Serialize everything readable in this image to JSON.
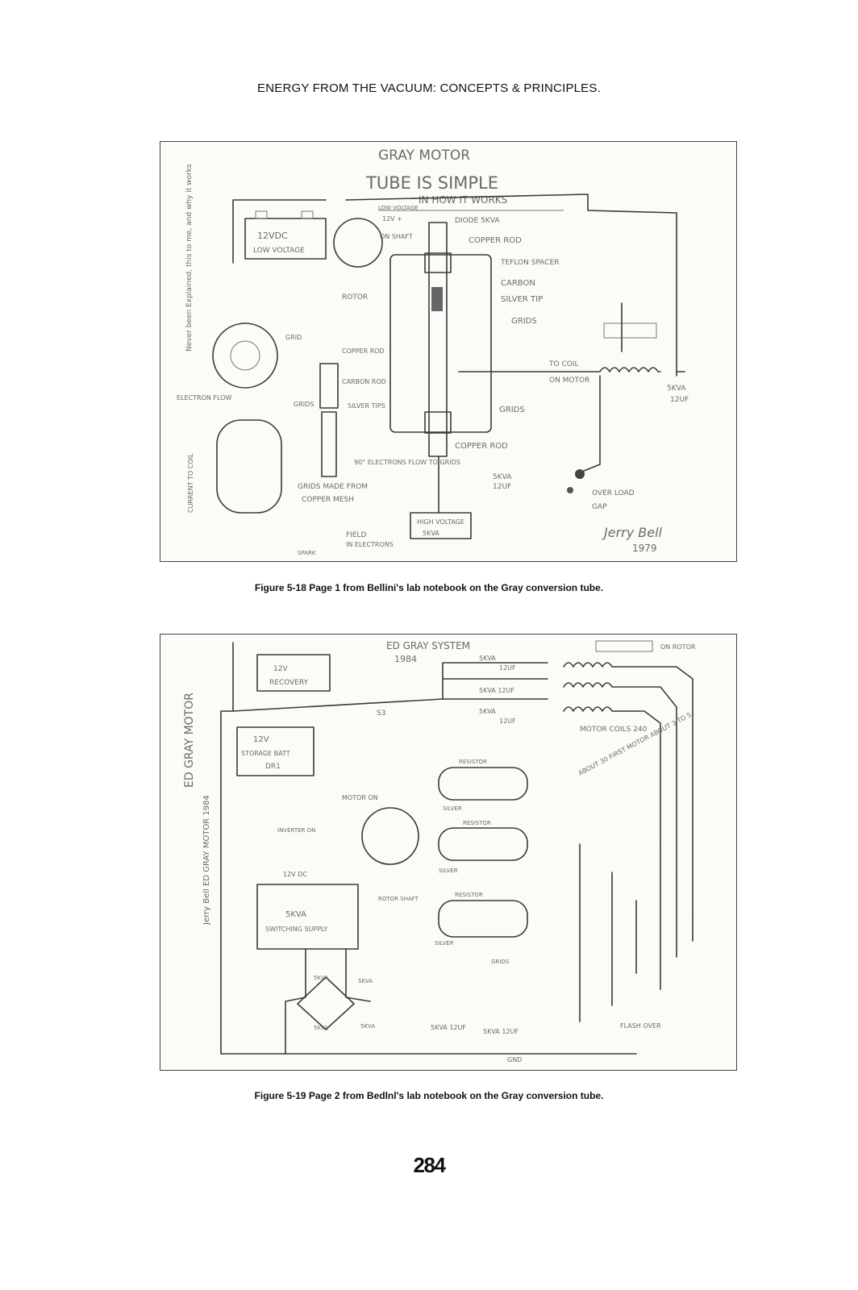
{
  "header": {
    "running_title": "ENERGY FROM THE  VACUUM: CONCEPTS & PRINCIPLES."
  },
  "figures": [
    {
      "caption": "Figure 5-18   Page 1 from Bellini's lab notebook on the Gray conversion tube.",
      "labels": {
        "title1": "GRAY MOTOR",
        "title2": "TUBE IS SIMPLE",
        "title3": "IN HOW IT WORKS",
        "low_voltage": "LOW VOLTAGE",
        "v12": "12V +",
        "diode": "DIODE 5KVA",
        "copper_rod": "COPPER ROD",
        "teflon": "TEFLON SPACER",
        "carbon": "CARBON",
        "silver_tip": "SILVER TIP",
        "grids": "GRIDS",
        "battery": "12VDC",
        "battery_sub": "LOW VOLTAGE",
        "on_shaft": "ON SHAFT",
        "rotor": "ROTOR",
        "grid": "GRID",
        "copper_rod2": "COPPER ROD",
        "carbon_rod": "CARBON ROD",
        "electron_flow": "ELECTRON FLOW",
        "grids2": "GRIDS",
        "silver_tips": "SILVER TIPS",
        "to_coil": "TO COIL",
        "on_motor": "ON MOTOR",
        "cap_5kva": "5KVA",
        "cap_12uf": "12UF",
        "grids3": "GRIDS",
        "copper_rod3": "COPPER ROD",
        "electrons": "90° ELECTRONS FLOW TO GRIDS",
        "cap2_5kva": "5KVA",
        "cap2_12uf": "12UF",
        "over_load": "OVER LOAD",
        "gap": "GAP",
        "grids_made": "GRIDS MADE FROM",
        "copper_mesh": "COPPER MESH",
        "current_coil": "CURRENT TO COIL",
        "high_voltage": "HIGH VOLTAGE",
        "hv_5kva": "5KVA",
        "field": "FIELD",
        "in_electrons": "IN ELECTRONS",
        "spark": "SPARK",
        "side_note": "Never been Explained, this to me, and why it works",
        "signature": "Jerry Bell",
        "year": "1979"
      }
    },
    {
      "caption": "Figure 5-19   Page 2 from Bedlnl's lab notebook on the Gray conversion tube.",
      "labels": {
        "title": "ED GRAY SYSTEM",
        "year": "1984",
        "on_rotor": "ON ROTOR",
        "recovery": "12V",
        "recovery_sub": "RECOVERY",
        "cap_5kva": "5KVA",
        "cap_12uf": "12UF",
        "cap2": "5KVA 12UF",
        "cap3_5kva": "5KVA",
        "cap3_12uf": "12UF",
        "s3": "S3",
        "battery": "12V",
        "battery_sub": "STORAGE BATT",
        "battery_sub2": "DR1",
        "motor_coils": "MOTOR COILS 240",
        "resistor1": "RESISTOR",
        "resistor2": "RESISTOR",
        "resistor3": "RESISTOR",
        "motor_on": "MOTOR ON",
        "inverter_on": "INVERTER ON",
        "silver1": "SILVER",
        "silver2": "SILVER",
        "silver3": "SILVER",
        "about": "ABOUT 30 FIRST MOTOR ABOUT 3 TO 5",
        "v12dc": "12V DC",
        "switching": "5KVA",
        "switching_sub": "SWITCHING SUPPLY",
        "rotor_shaft": "ROTOR SHAFT",
        "grids": "GRIDS",
        "flash_over": "FLASH OVER",
        "bridge1": "5KVA",
        "bridge2": "5KVA",
        "bridge3": "5KVA",
        "bridge4": "5KVA",
        "bottom_cap": "5KVA 12UF",
        "bottom_cap2": "5KVA 12UF",
        "gnd": "GND",
        "side_title": "ED GRAY MOTOR",
        "side_sig": "Jerry Bell ED GRAY MOTOR 1984"
      }
    }
  ],
  "page_number": "284"
}
